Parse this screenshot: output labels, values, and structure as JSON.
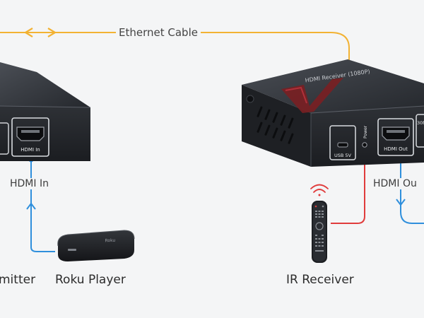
{
  "labels": {
    "ethernet_cable": "Ethernet Cable",
    "hdmi_in": "HDMI In",
    "hdmi_out": "HDMI Ou",
    "transmitter": "mitter",
    "roku_player": "Roku Player",
    "ir_receiver": "IR Receiver"
  },
  "device_text": {
    "tx_port_hdmi_in": "HDMI In",
    "rx_title": "HDMI Receiver (1080P)",
    "rx_port_usb": "USB 5V",
    "rx_port_power": "Power",
    "rx_port_hdmi_out": "HDMI Out",
    "rx_port_partial": "30M",
    "roku_brand": "Roku"
  },
  "colors": {
    "ethernet_cable": "#f2b233",
    "hdmi_cable": "#2f8fdc",
    "ir_cable": "#e03c3c",
    "device_body": "#2b2e33",
    "background": "#f4f5f6"
  }
}
